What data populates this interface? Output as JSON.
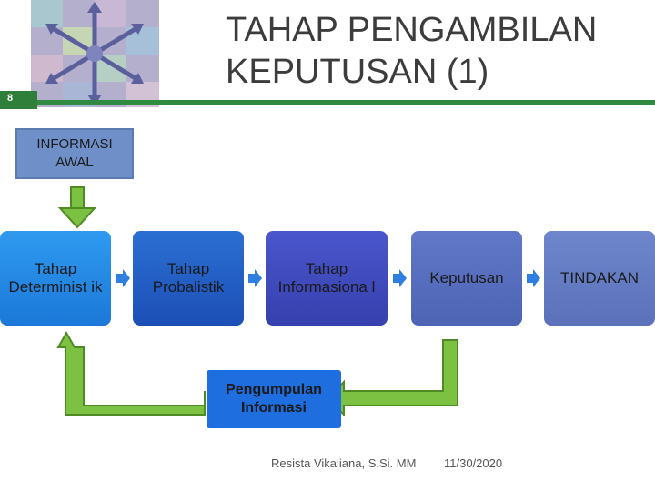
{
  "slide": {
    "number": "8",
    "title": "TAHAP PENGAMBILAN KEPUTUSAN (1)"
  },
  "diagram": {
    "start_box": "INFORMASI AWAL",
    "stages": [
      "Tahap Determinist ik",
      "Tahap Probalistik",
      "Tahap Informasiona l",
      "Keputusan",
      "TINDAKAN"
    ],
    "feedback_box": "Pengumpulan Informasi"
  },
  "footer": {
    "author": "Resista Vikaliana, S.Si. MM",
    "date": "11/30/2020"
  },
  "colors": {
    "accent_green": "#2e8b3f",
    "arrow_green": "#7dc143",
    "stage_blue": "#2f9af0",
    "feedback_blue": "#1f6ee0"
  },
  "icons": [
    "snowflake-logo-icon",
    "flow-arrow-icon"
  ]
}
